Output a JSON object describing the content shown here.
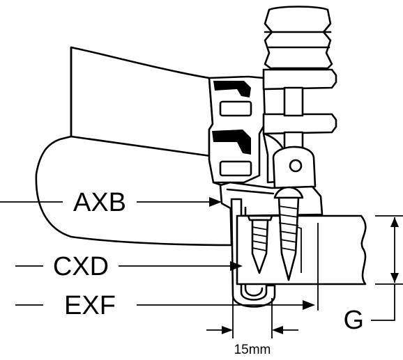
{
  "labels": {
    "axb": "AXB",
    "cxd": "CXD",
    "exf": "EXF",
    "g": "G",
    "gap": "15mm"
  },
  "colors": {
    "line": "#000000",
    "background": "#ffffff"
  }
}
